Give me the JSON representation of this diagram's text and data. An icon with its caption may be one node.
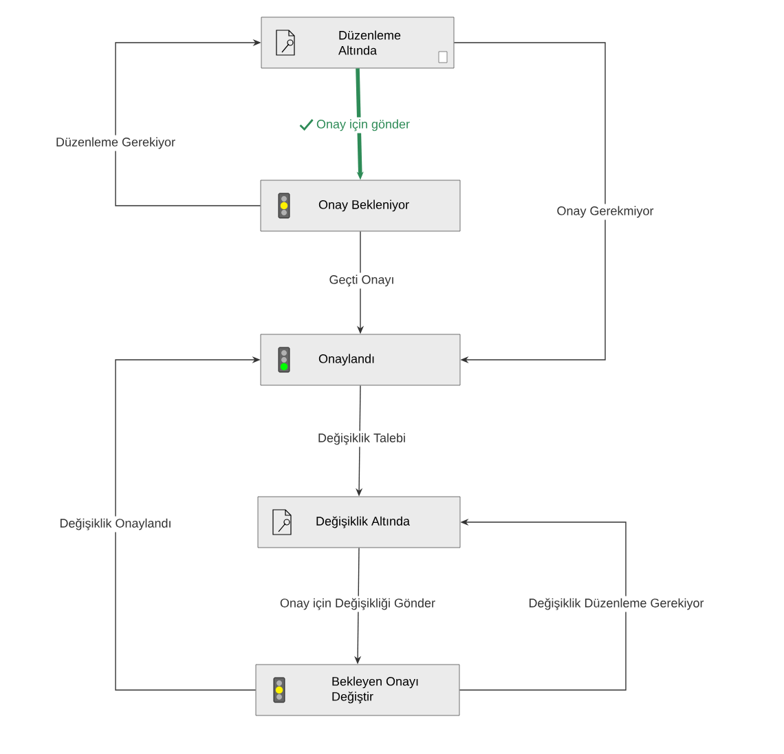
{
  "diagram": {
    "nodes": [
      {
        "text": [
          "Düzenleme Altında"
        ]
      },
      {
        "text": [
          "Onay Bekleniyor"
        ]
      },
      {
        "text": [
          "Onaylandı"
        ]
      },
      {
        "text": [
          "Değişiklik Altında"
        ]
      },
      {
        "text": [
          "Bekleyen Onayı Değiştir"
        ]
      }
    ],
    "edges": [
      {
        "from": 0,
        "to": 1,
        "arrow": "to",
        "label": "Onay için gönder",
        "style": "thick",
        "color": "#2e8b57"
      },
      {
        "from": 1,
        "to": 0,
        "arrow": "to",
        "label": "Düzenleme Gerekiyor"
      },
      {
        "from": 1,
        "to": 2,
        "arrow": "to",
        "label": "Geçti Onayı"
      },
      {
        "from": 0,
        "to": 2,
        "arrow": "to",
        "label": "Onay Gerekmiyor"
      },
      {
        "from": 2,
        "to": 3,
        "arrow": "to",
        "label": "Değişiklik Talebi"
      },
      {
        "from": 3,
        "to": 4,
        "arrow": "to",
        "label": "Onay için Değişikliği Gönder"
      },
      {
        "from": 4,
        "to": 3,
        "arrow": "to",
        "label": "Değişiklik Düzenleme Gerekiyor"
      },
      {
        "from": 4,
        "to": 2,
        "arrow": "to",
        "label": "Değişiklik Onaylandı"
      }
    ]
  }
}
